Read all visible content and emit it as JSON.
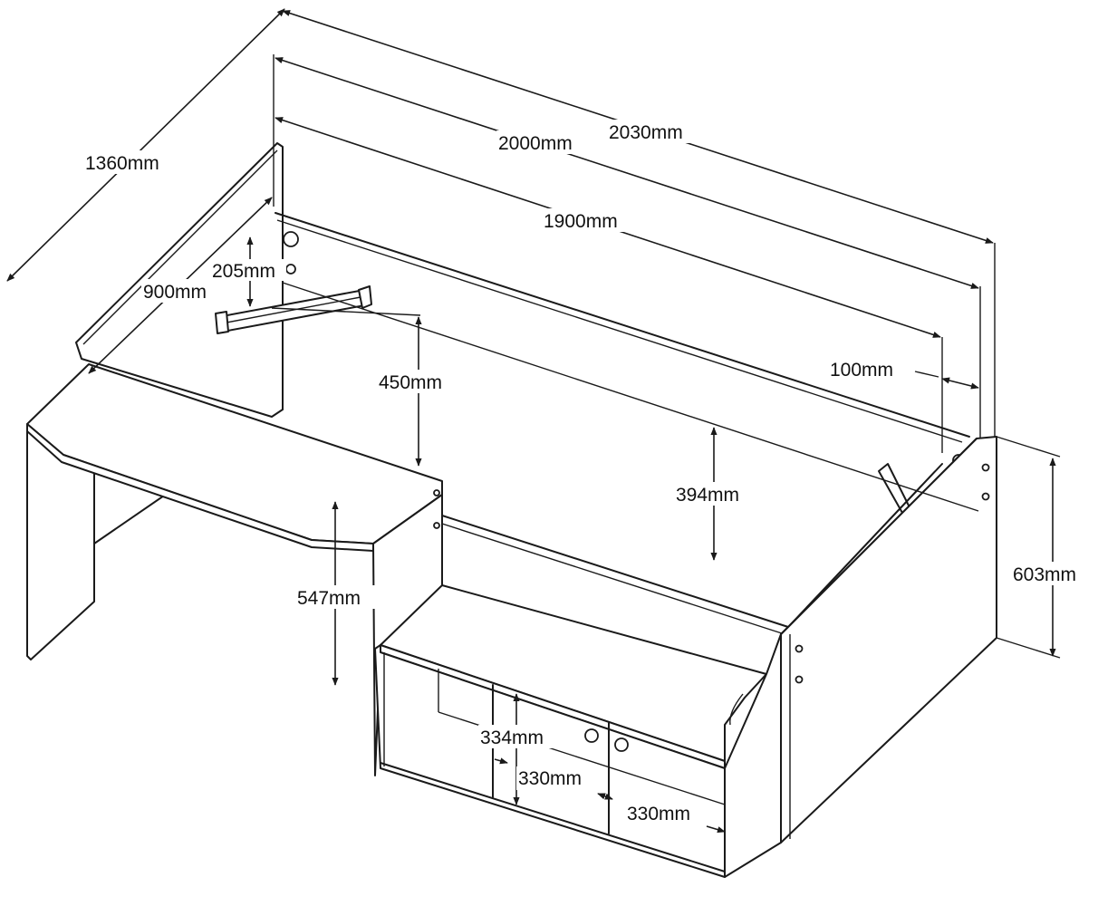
{
  "dimensions": {
    "overall_width": "1360mm",
    "overall_length": "2030mm",
    "frame_length": "2000mm",
    "mattress_length": "1900mm",
    "desk_depth": "900mm",
    "head_offset": "205mm",
    "desk_clearance": "450mm",
    "mattress_height": "394mm",
    "overall_height": "603mm",
    "foot_offset": "100mm",
    "desk_height": "547mm",
    "shelf_height": "334mm",
    "compartment_width_left": "330mm",
    "compartment_width_right": "330mm"
  },
  "colors": {
    "line": "#1a1a1a",
    "background": "#ffffff"
  }
}
